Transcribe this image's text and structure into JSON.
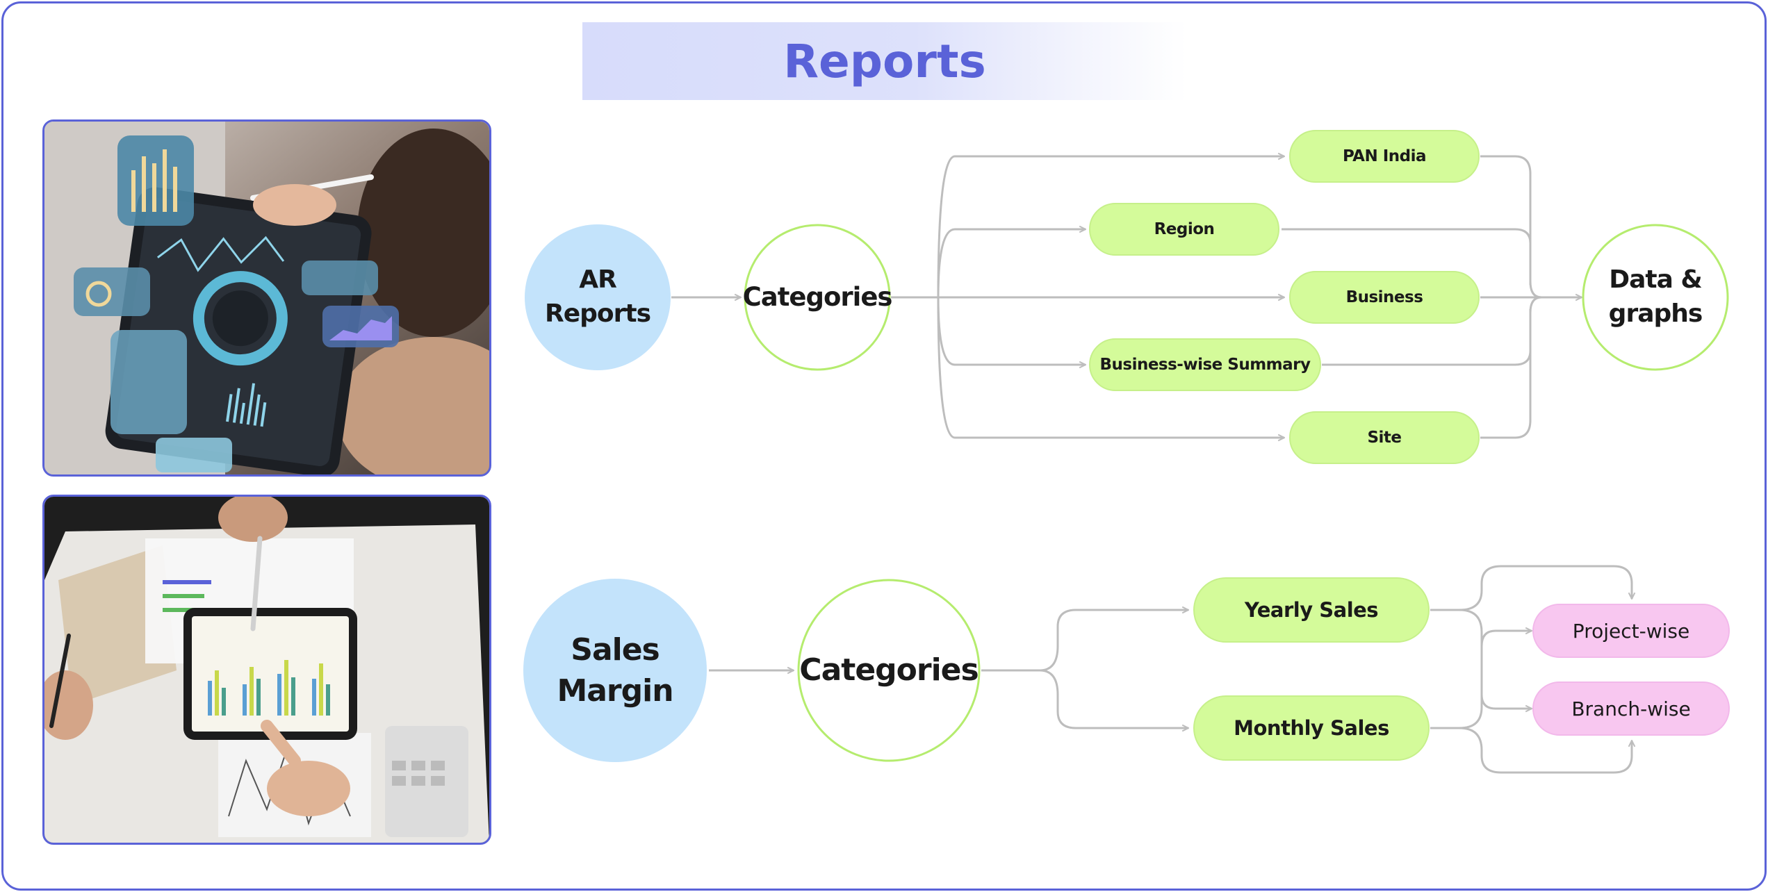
{
  "title": "Reports",
  "colors": {
    "accent": "#5a62d8",
    "blue_node": "#c3e3fb",
    "green_pill": "#d4fb9a",
    "green_border": "#b5ec6e",
    "pink_pill": "#f8c7f0",
    "connector": "#bdbdbd"
  },
  "images": [
    {
      "name": "tablet-dashboard-photo"
    },
    {
      "name": "tablet-bar-chart-photo"
    }
  ],
  "ar_flow": {
    "source_line1": "AR",
    "source_line2": "Reports",
    "hub": "Categories",
    "branches": [
      "PAN India",
      "Region",
      "Business",
      "Business-wise Summary",
      "Site"
    ],
    "target_line1": "Data &",
    "target_line2": "graphs"
  },
  "sales_flow": {
    "source_line1": "Sales",
    "source_line2": "Margin",
    "hub": "Categories",
    "branches": [
      "Yearly Sales",
      "Monthly Sales"
    ],
    "outputs": [
      "Project-wise",
      "Branch-wise"
    ]
  }
}
